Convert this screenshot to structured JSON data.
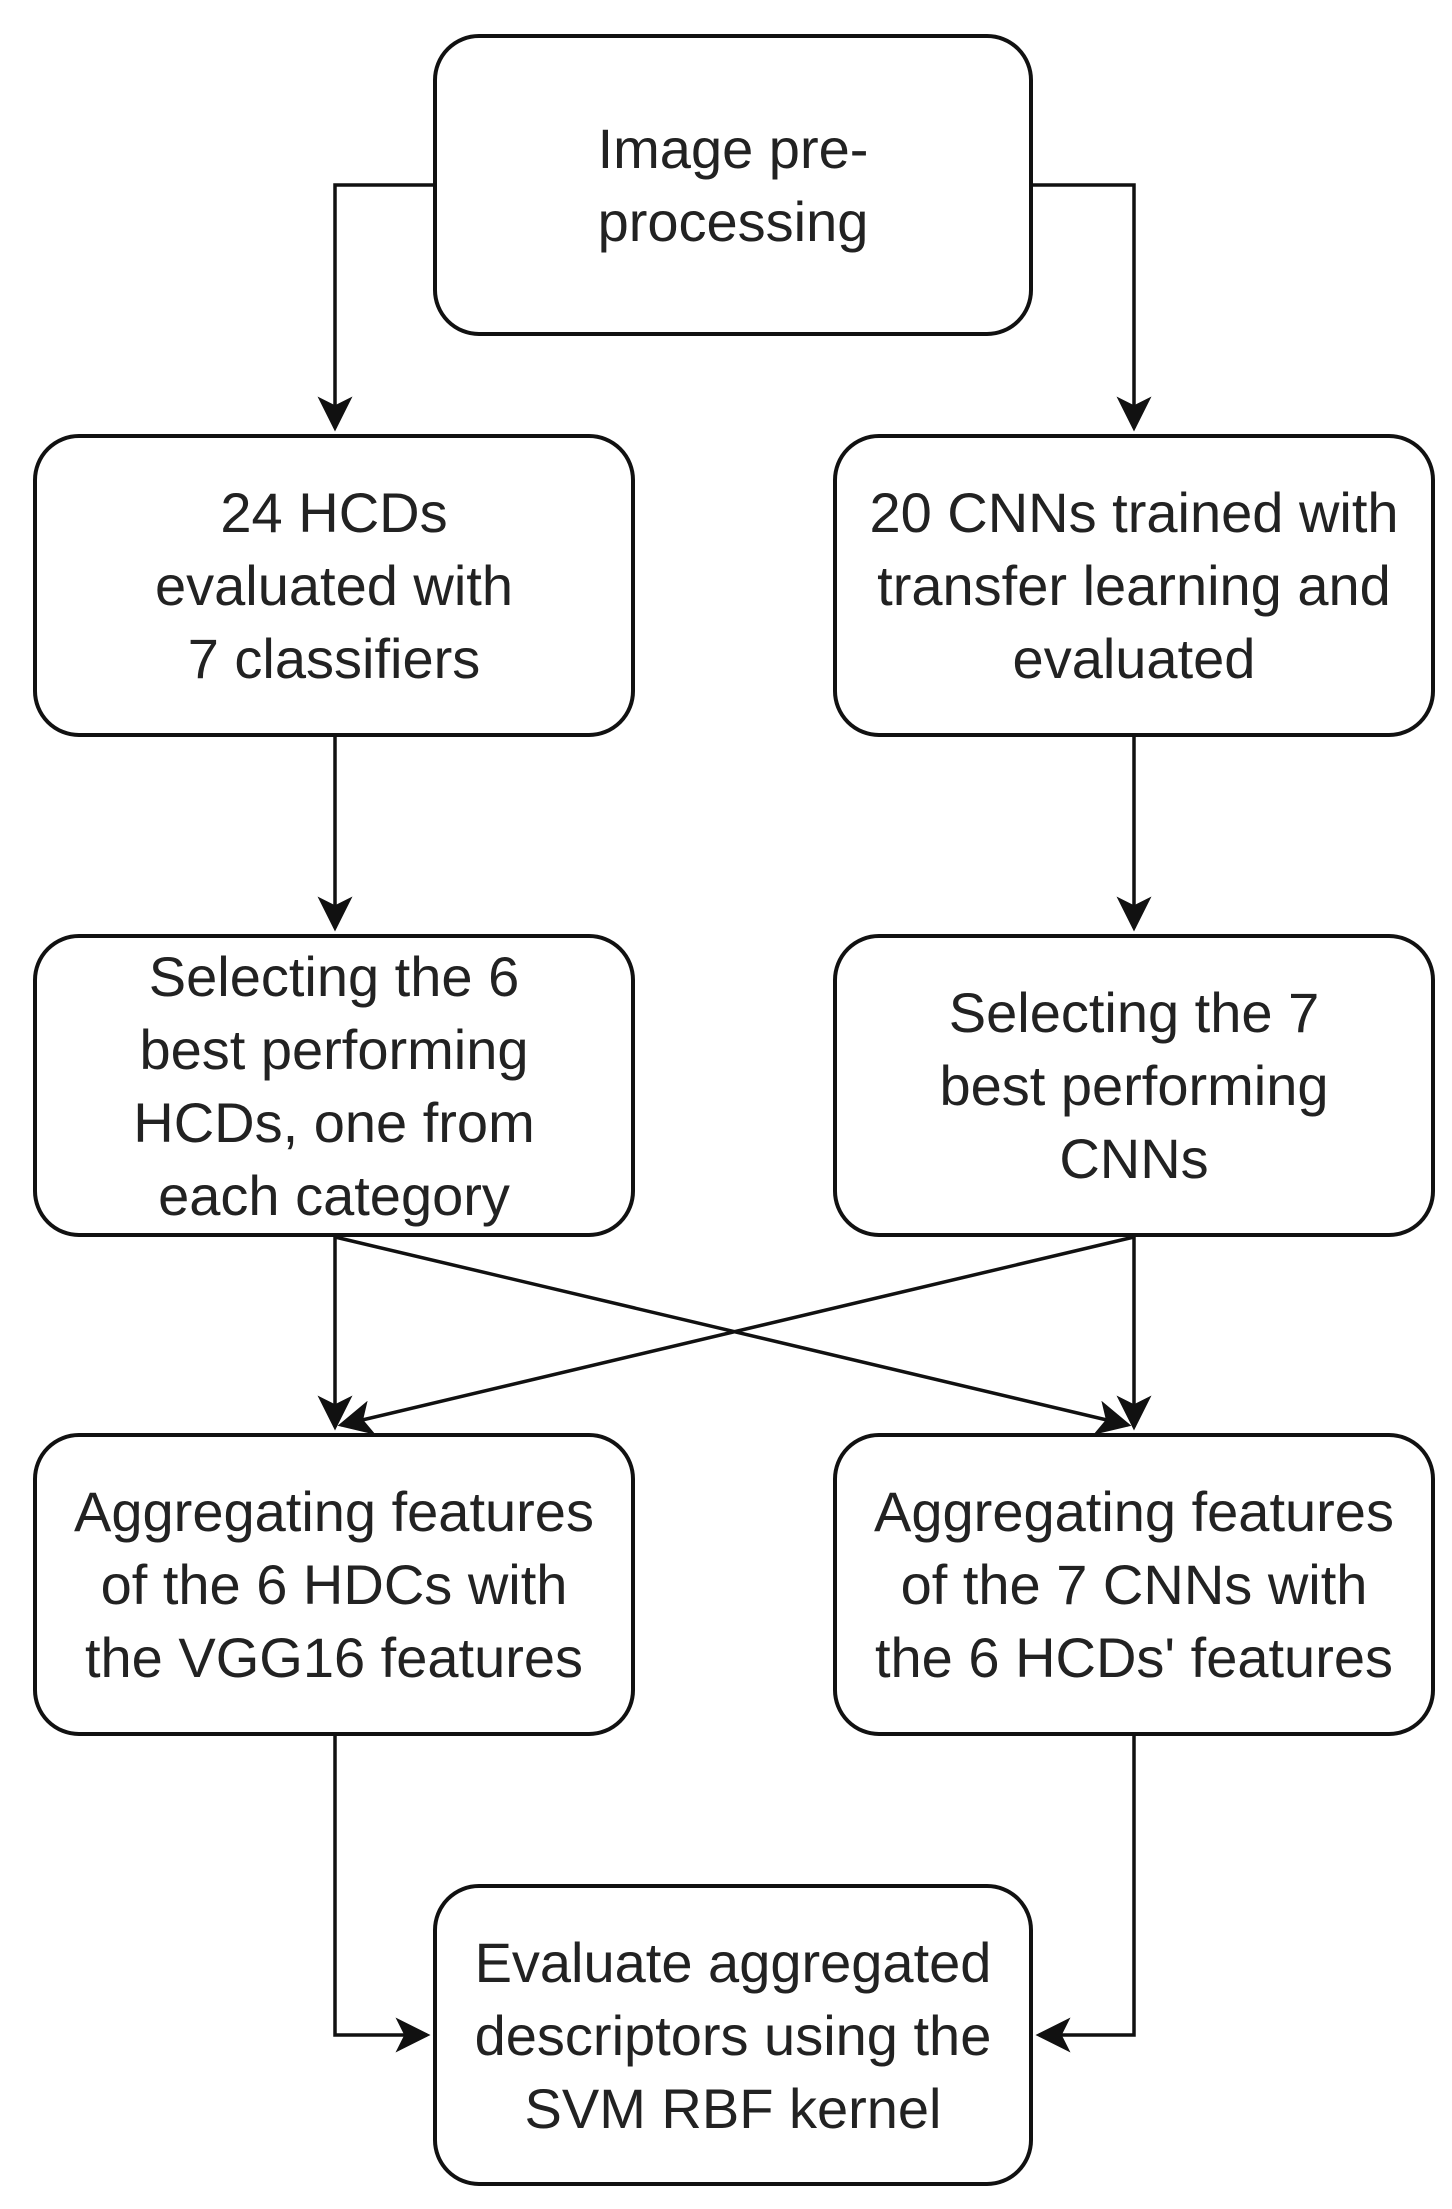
{
  "diagram": {
    "nodes": {
      "preprocess": "Image pre-\nprocessing",
      "hcd_eval": "24 HCDs\nevaluated with\n7 classifiers",
      "cnn_eval": "20 CNNs trained with\ntransfer learning and\nevaluated",
      "hcd_select": "Selecting the 6\nbest performing\nHCDs, one from\neach category",
      "cnn_select": "Selecting the 7\nbest performing\nCNNs",
      "agg_hcd": "Aggregating features\nof the 6 HDCs with\nthe VGG16 features",
      "agg_cnn": "Aggregating features\nof the 7 CNNs with\nthe 6 HCDs' features",
      "evaluate": "Evaluate aggregated\ndescriptors using the\nSVM RBF kernel"
    },
    "edges": [
      {
        "from": "preprocess",
        "to": "hcd_eval"
      },
      {
        "from": "preprocess",
        "to": "cnn_eval"
      },
      {
        "from": "hcd_eval",
        "to": "hcd_select"
      },
      {
        "from": "cnn_eval",
        "to": "cnn_select"
      },
      {
        "from": "hcd_select",
        "to": "agg_hcd"
      },
      {
        "from": "hcd_select",
        "to": "agg_cnn"
      },
      {
        "from": "cnn_select",
        "to": "agg_cnn"
      },
      {
        "from": "cnn_select",
        "to": "agg_hcd"
      },
      {
        "from": "agg_hcd",
        "to": "evaluate"
      },
      {
        "from": "agg_cnn",
        "to": "evaluate"
      }
    ],
    "colors": {
      "stroke": "#111111",
      "text": "#222222",
      "background": "#ffffff"
    }
  }
}
